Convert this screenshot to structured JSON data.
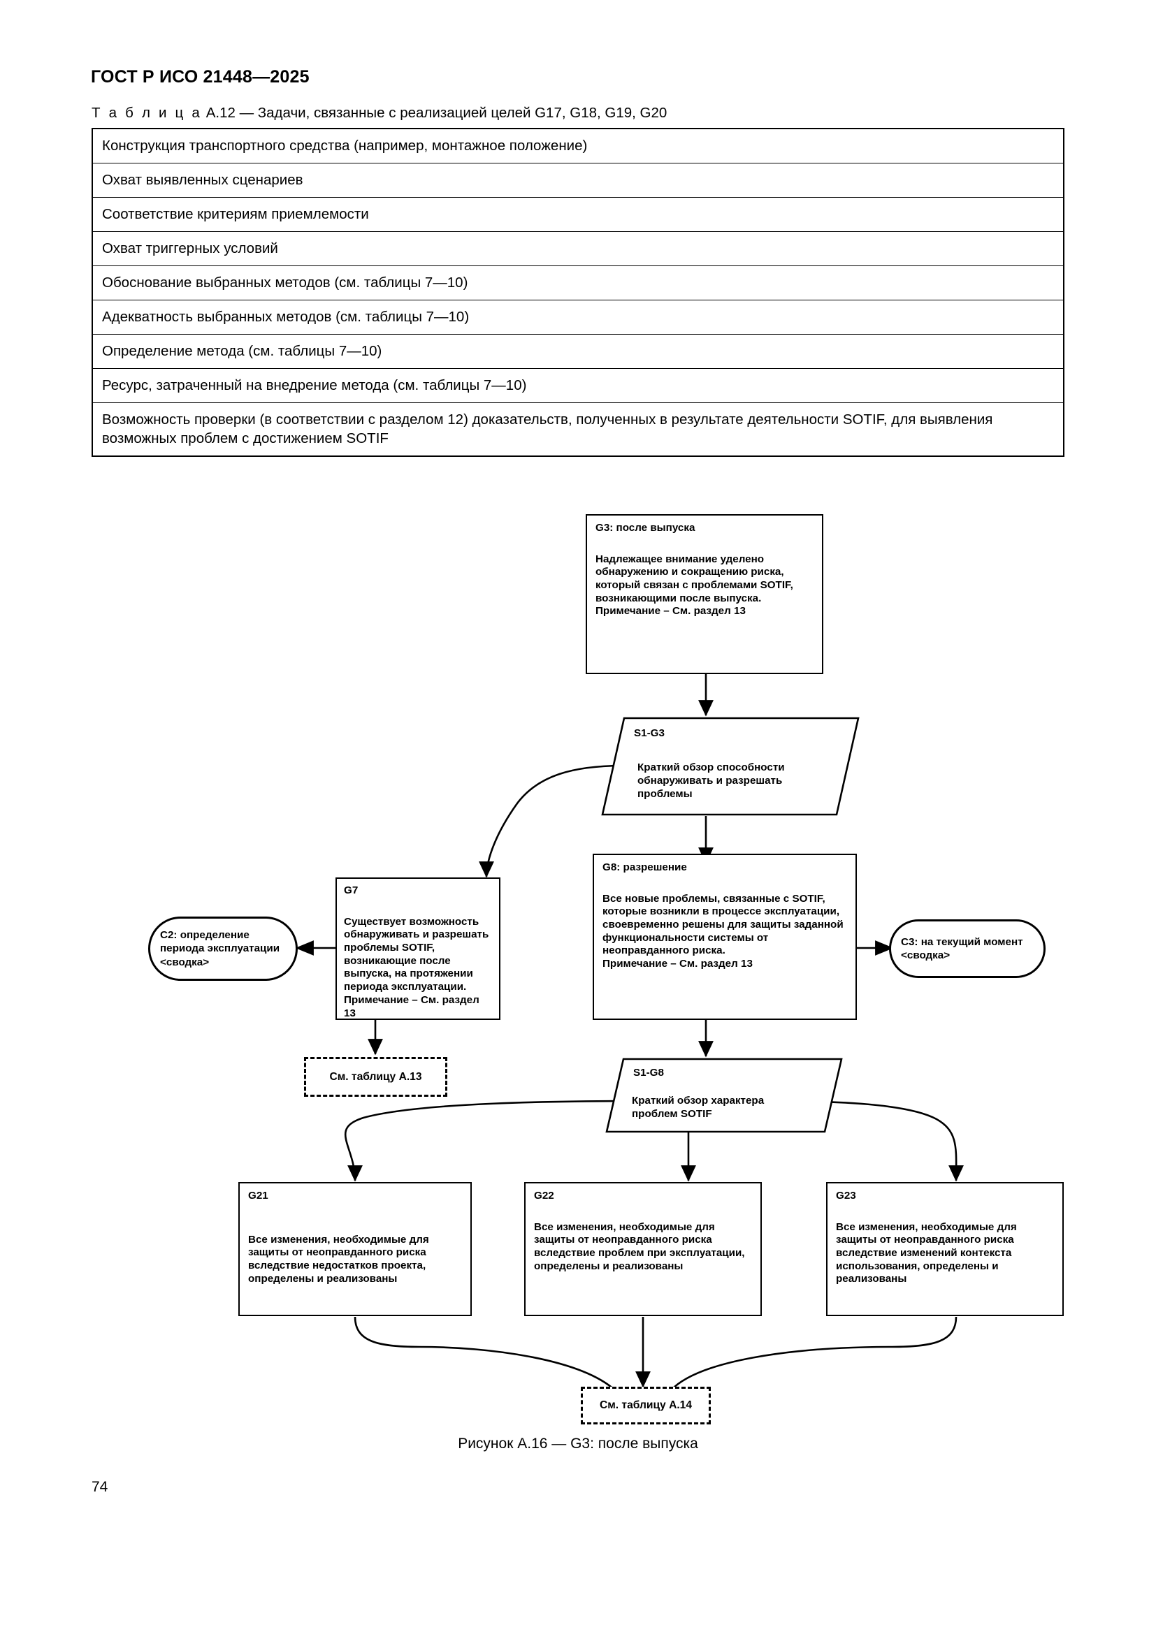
{
  "document": {
    "header": "ГОСТ Р ИСО 21448—2025",
    "page_number": "74"
  },
  "table": {
    "caption_prefix": "Т а б л и ц а",
    "caption_rest": "A.12 — Задачи, связанные с реализацией целей G17, G18, G19, G20",
    "rows": [
      "Конструкция транспортного средства (например, монтажное положение)",
      "Охват выявленных сценариев",
      "Соответствие критериям приемлемости",
      "Охват триггерных условий",
      "Обоснование выбранных методов (см. таблицы 7—10)",
      "Адекватность выбранных методов (см. таблицы 7—10)",
      "Определение метода (см. таблицы 7—10)",
      "Ресурс, затраченный на внедрение метода (см. таблицы 7—10)",
      "Возможность проверки (в соответствии с разделом 12) доказательств, полученных в результате деятельности SOTIF, для выявления возможных проблем с достижением SOTIF"
    ]
  },
  "figure": {
    "caption": "Рисунок A.16 — G3: после выпуска",
    "nodes": {
      "g3": {
        "id": "G3: после выпуска",
        "text": "Надлежащее внимание уделено обнаружению и сокращению риска, который связан с проблемами SOTIF, возникающими после выпуска.\nПримечание – См. раздел 13"
      },
      "s1g3": {
        "id": "S1-G3",
        "text": "Краткий обзор способности обнаруживать и разрешать проблемы"
      },
      "g7": {
        "id": "G7",
        "text": "Существует возможность обнаруживать и разрешать проблемы SOTIF, возникающие после выпуска, на протяжении периода эксплуатации.\nПримечание – См. раздел 13"
      },
      "g8": {
        "id": "G8: разрешение",
        "text": "Все новые проблемы, связанные с SOTIF, которые возникли в процессе эксплуатации, своевременно решены для защиты заданной функциональности системы от неоправданного риска.\nПримечание – См. раздел 13"
      },
      "c2": {
        "text": "C2: определение периода эксплуатации <сводка>"
      },
      "c3": {
        "text": "C3: на текущий момент <сводка>"
      },
      "s1g8": {
        "id": "S1-G8",
        "text": "Краткий обзор характера проблем SOTIF"
      },
      "g21": {
        "id": "G21",
        "text": "Все изменения, необходимые для защиты от неоправданного риска вследствие недостатков проекта, определены и реализованы"
      },
      "g22": {
        "id": "G22",
        "text": "Все изменения, необходимые для защиты от неоправданного риска вследствие проблем при эксплуатации, определены и реализованы"
      },
      "g23": {
        "id": "G23",
        "text": "Все изменения, необходимые для защиты от неоправданного риска вследствие изменений контекста использования, определены и реализованы"
      },
      "ref_a13": {
        "text": "См. таблицу A.13"
      },
      "ref_a14": {
        "text": "См. таблицу A.14"
      }
    }
  },
  "colors": {
    "ink": "#000000",
    "paper": "#ffffff"
  }
}
